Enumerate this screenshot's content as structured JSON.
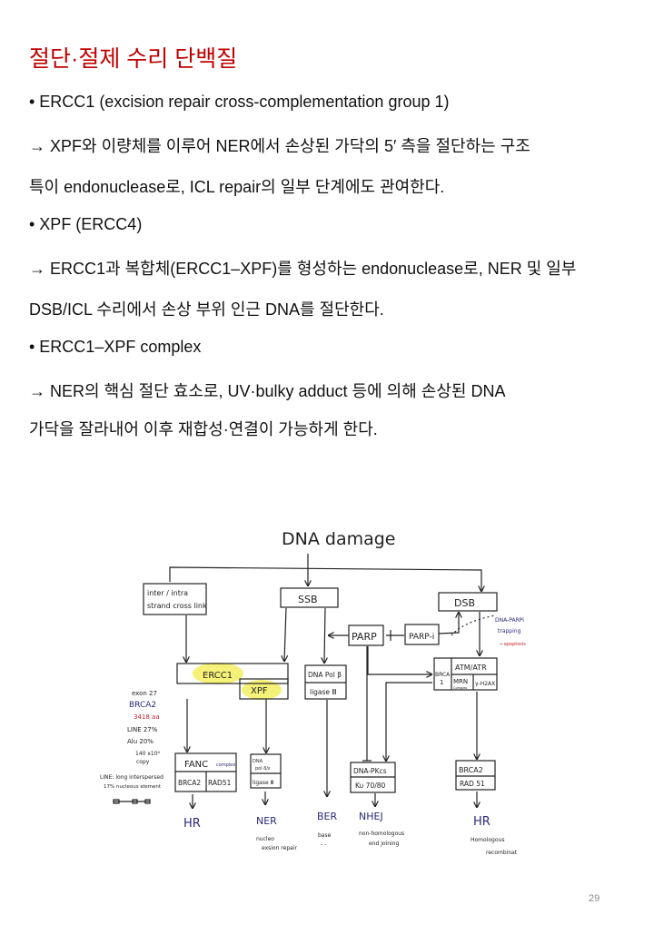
{
  "title": "절단·절제 수리 단백질",
  "lines": [
    "• ERCC1 (excision repair cross-complementation group 1)",
    "→ XPF와 이량체를 이루어 NER에서 손상된 가닥의 5′ 측을 절단하는 구조",
    "특이 endonuclease로, ICL repair의 일부 단계에도 관여한다.",
    "• XPF (ERCC4)",
    "→ ERCC1과 복합체(ERCC1–XPF)를 형성하는 endonuclease로, NER 및 일부",
    "DSB/ICL 수리에서 손상 부위 인근 DNA를 절단한다.",
    "• ERCC1–XPF complex",
    "→ NER의 핵심 절단 효소로, UV·bulky adduct 등에 의해 손상된 DNA",
    "가닥을 잘라내어 이후 재합성·연결이 가능하게 한다."
  ],
  "diagram": {
    "root": "DNA damage",
    "crosslink": [
      "inter / intra",
      "strand cross link"
    ],
    "ssb": "SSB",
    "dsb": "DSB",
    "parp": "PARP",
    "parpi": "PARP-i",
    "trapping": [
      "DNA-PARPi",
      "trapping"
    ],
    "apoptosis": "→ apoptosis",
    "ercc1": "ERCC1",
    "xpf": "XPF",
    "polb": "DNA Pol β",
    "lig3": "ligase Ⅲ",
    "brca1": [
      "BRCA",
      "1"
    ],
    "atm": "ATM/ATR",
    "mrn": "MRN",
    "mrn_sub": "Complex",
    "h2ax": "γ-H2AX",
    "notes": [
      "exon 27",
      "BRCA2",
      "3418 aa",
      "LINE 27%",
      "Alu 20%",
      "140 x10⁴",
      "copy",
      "LINE: long interspersed",
      "17%  nucleous element"
    ],
    "fanc": "FANC",
    "fanc_sub": "complex",
    "brca2": "BRCA2",
    "rad51": "RAD51",
    "poldel": [
      "DNA",
      "pol δ/ε"
    ],
    "lig3b": "ligase Ⅲ",
    "dnapk": "DNA-PKcs",
    "ku": "Ku 70/80",
    "brca2b": "BRCA2",
    "rad51b": "RAD 51",
    "outcomes": [
      "HR",
      "NER",
      "BER",
      "NHEJ",
      "HR"
    ],
    "outcome_desc": {
      "ner": [
        "nucleo",
        "exsion repair"
      ],
      "ber": [
        "base",
        "- -"
      ],
      "nhej": [
        "non-homologous",
        "end joining"
      ],
      "hr": [
        "Homologous",
        "recombinat"
      ]
    }
  },
  "page_number": "29",
  "colors": {
    "title": "#c00000",
    "highlight": "#f5f06a"
  }
}
